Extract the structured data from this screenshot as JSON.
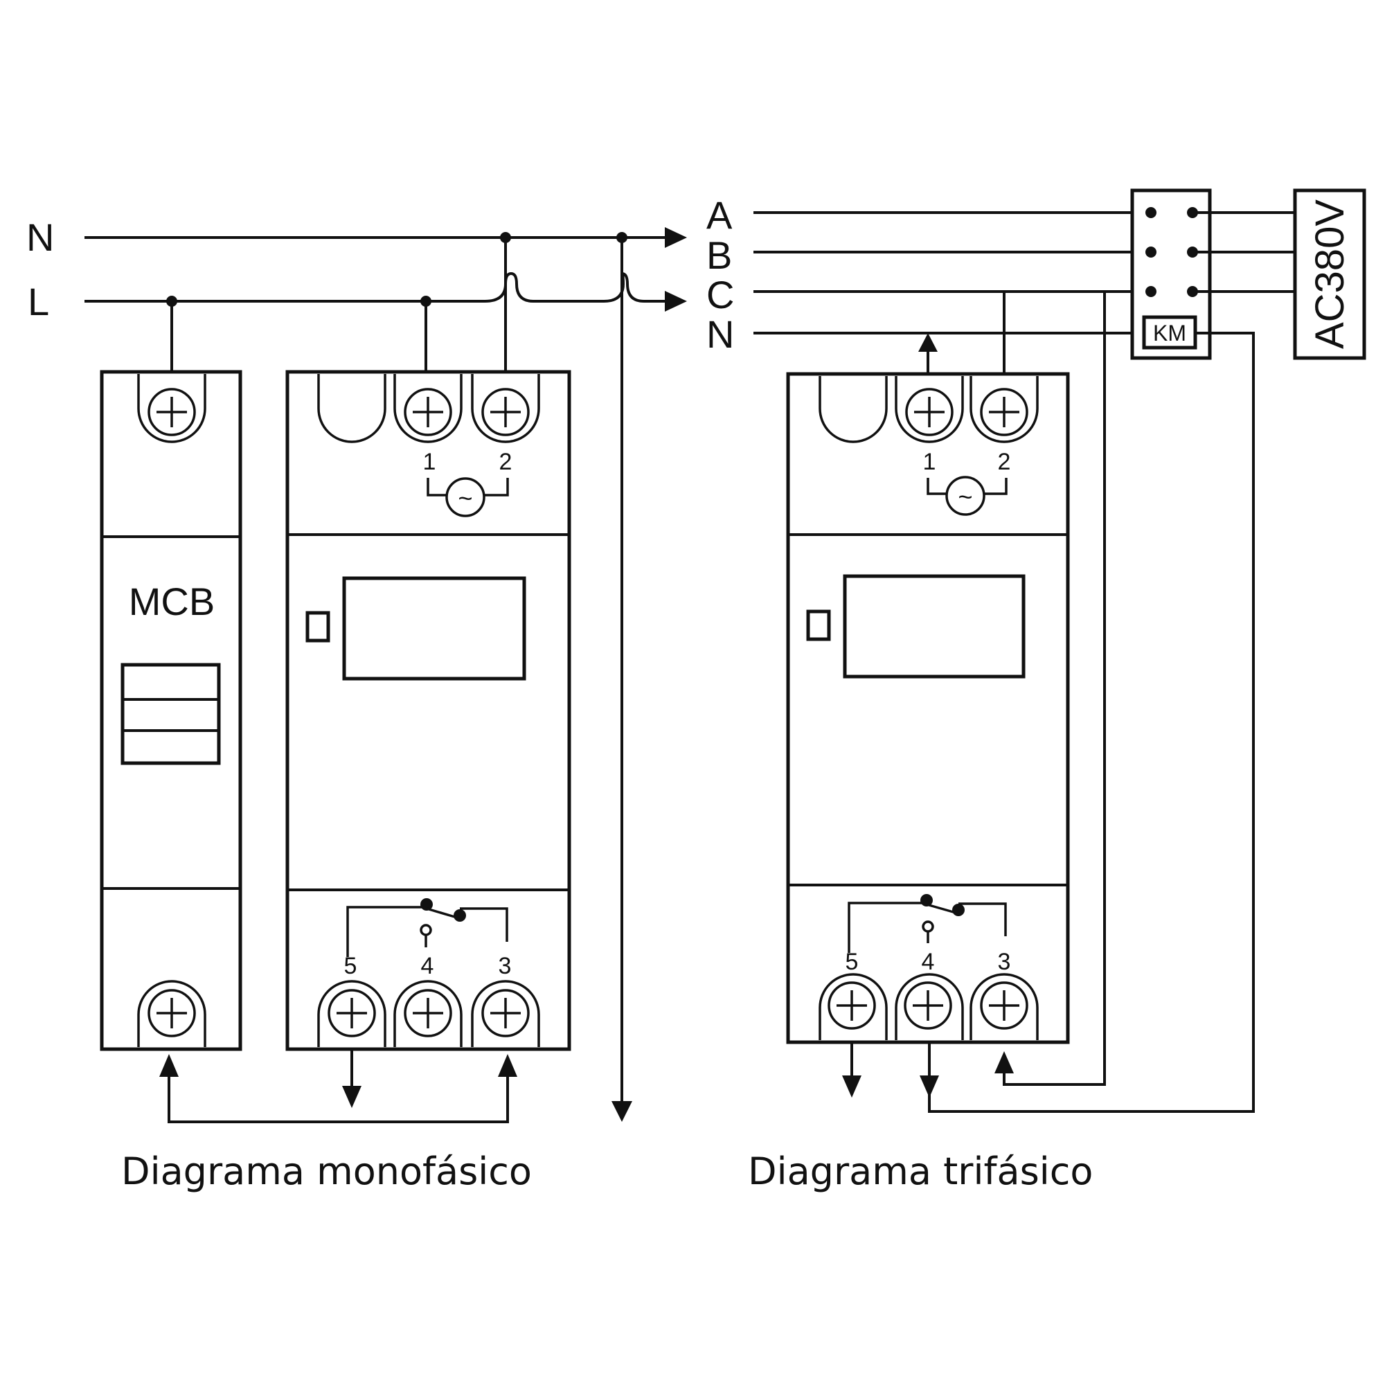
{
  "single_phase": {
    "bus_labels": {
      "neutral": "N",
      "line": "L"
    },
    "mcb_label": "MCB",
    "top_terminals": [
      "1",
      "2"
    ],
    "relay_terminals": [
      "5",
      "4",
      "3"
    ],
    "ac_symbol": "~",
    "caption": "Diagrama monofásico"
  },
  "three_phase": {
    "bus_labels": [
      "A",
      "B",
      "C",
      "N"
    ],
    "contactor_label": "KM",
    "load_label": "AC380V",
    "top_terminals": [
      "1",
      "2"
    ],
    "relay_terminals": [
      "5",
      "4",
      "3"
    ],
    "ac_symbol": "~",
    "caption": "Diagrama trifásico"
  },
  "colors": {
    "line": "#111111",
    "background": "#ffffff"
  }
}
